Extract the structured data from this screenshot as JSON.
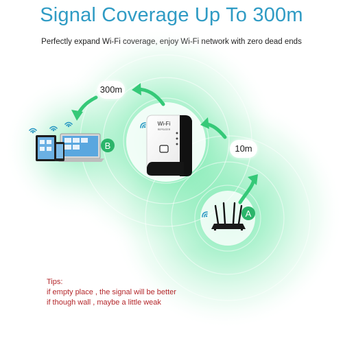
{
  "header": {
    "title": "Signal Coverage Up To 300m",
    "subtitle": "Perfectly expand Wi-Fi coverage, enjoy Wi-Fi network with zero dead ends"
  },
  "distances": {
    "near": "10m",
    "far": "300m"
  },
  "points": {
    "router": "A",
    "devices": "B"
  },
  "repeater": {
    "brand_text": "Wi-Fi",
    "model_text": "REPEATER"
  },
  "tips": {
    "heading": "Tips:",
    "lines": [
      "if empty place , the signal will be better",
      "if though wall , maybe a little weak"
    ]
  },
  "colors": {
    "title": "#2f9bc4",
    "glow": "#3fe08f",
    "arrow": "#35c978",
    "badge": "#2bb56a",
    "tips": "#b3262a"
  }
}
